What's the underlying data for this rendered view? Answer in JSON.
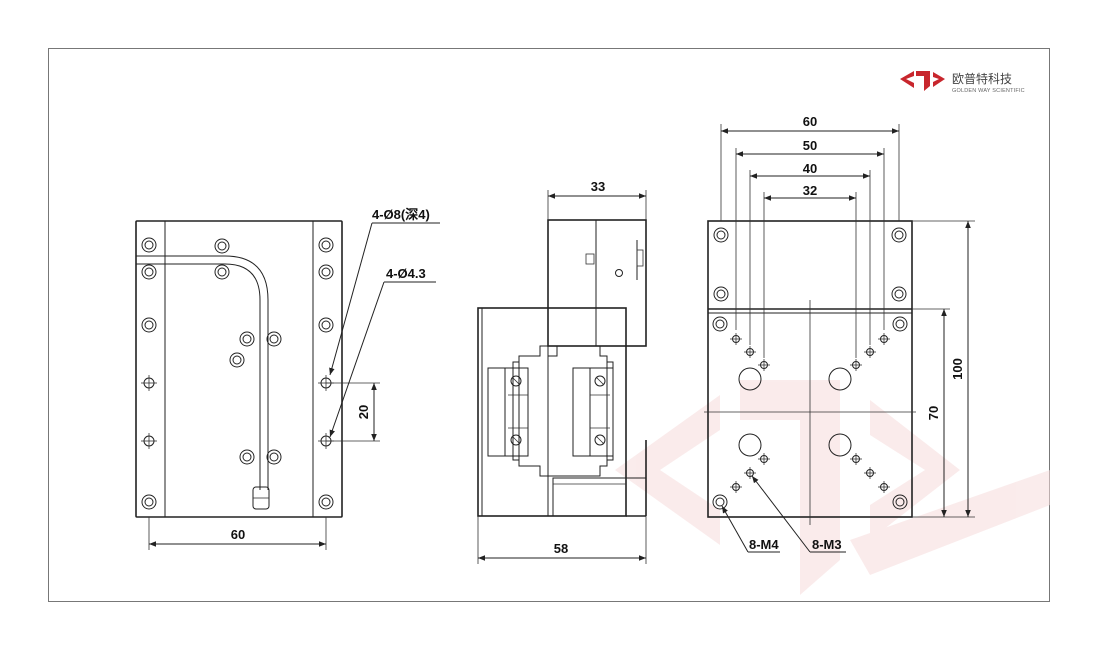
{
  "brand": {
    "name_cn": "欧普特科技",
    "name_en": "GOLDEN WAY SCIENTIFIC",
    "logo_color": "#c8262d",
    "watermark_color": "#f6dcdc"
  },
  "views": {
    "left": {
      "callout_holes_top": "4-Ø8(深4)",
      "callout_holes_through": "4-Ø4.3",
      "dim_bottom_width": "60",
      "dim_hole_spacing": "20"
    },
    "middle": {
      "dim_top_width": "33",
      "dim_bottom_width": "58"
    },
    "right": {
      "dim_width_60": "60",
      "dim_width_50": "50",
      "dim_width_40": "40",
      "dim_width_32": "32",
      "dim_height_100": "100",
      "dim_height_70": "70",
      "callout_m4": "8-M4",
      "callout_m3": "8-M3"
    }
  }
}
